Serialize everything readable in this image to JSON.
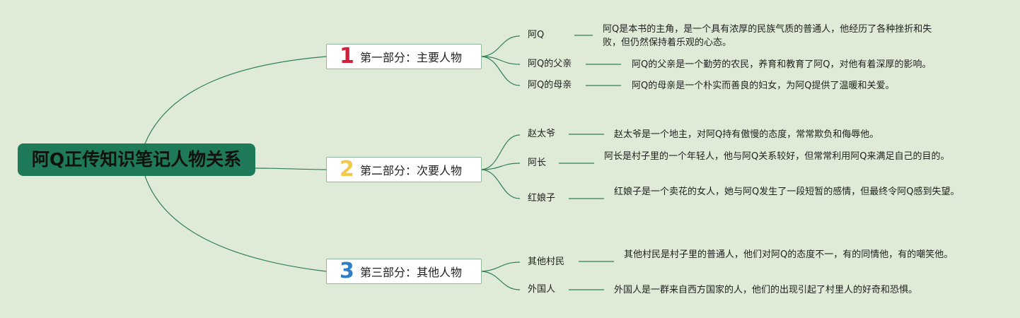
{
  "root": {
    "title": "阿Q正传知识笔记人物关系"
  },
  "colors": {
    "background": "#dfebd6",
    "root_fill": "#1f7a5a",
    "link": "#2f7f5a",
    "section_border": "#8fb6a0",
    "section_icon_1": "#d21f3c",
    "section_icon_2": "#f2c94c",
    "section_icon_3": "#2f80c3"
  },
  "sections": [
    {
      "number": "1",
      "label": "第一部分：主要人物",
      "characters": [
        {
          "name": "阿Q",
          "description": "阿Q是本书的主角，是一个具有浓厚的民族气质的普通人，他经历了各种挫折和失败，但仍然保持着乐观的心态。"
        },
        {
          "name": "阿Q的父亲",
          "description": "阿Q的父亲是一个勤劳的农民，养育和教育了阿Q，对他有着深厚的影响。"
        },
        {
          "name": "阿Q的母亲",
          "description": "阿Q的母亲是一个朴实而善良的妇女，为阿Q提供了温暖和关爱。"
        }
      ]
    },
    {
      "number": "2",
      "label": "第二部分：次要人物",
      "characters": [
        {
          "name": "赵太爷",
          "description": "赵太爷是一个地主，对阿Q持有傲慢的态度，常常欺负和侮辱他。"
        },
        {
          "name": "阿长",
          "description": "阿长是村子里的一个年轻人，他与阿Q关系较好，但常常利用阿Q来满足自己的目的。"
        },
        {
          "name": "红娘子",
          "description": "红娘子是一个卖花的女人，她与阿Q发生了一段短暂的感情，但最终令阿Q感到失望。"
        }
      ]
    },
    {
      "number": "3",
      "label": "第三部分：其他人物",
      "characters": [
        {
          "name": "其他村民",
          "description": "其他村民是村子里的普通人，他们对阿Q的态度不一，有的同情他，有的嘲笑他。"
        },
        {
          "name": "外国人",
          "description": "外国人是一群来自西方国家的人，他们的出现引起了村里人的好奇和恐惧。"
        }
      ]
    }
  ]
}
